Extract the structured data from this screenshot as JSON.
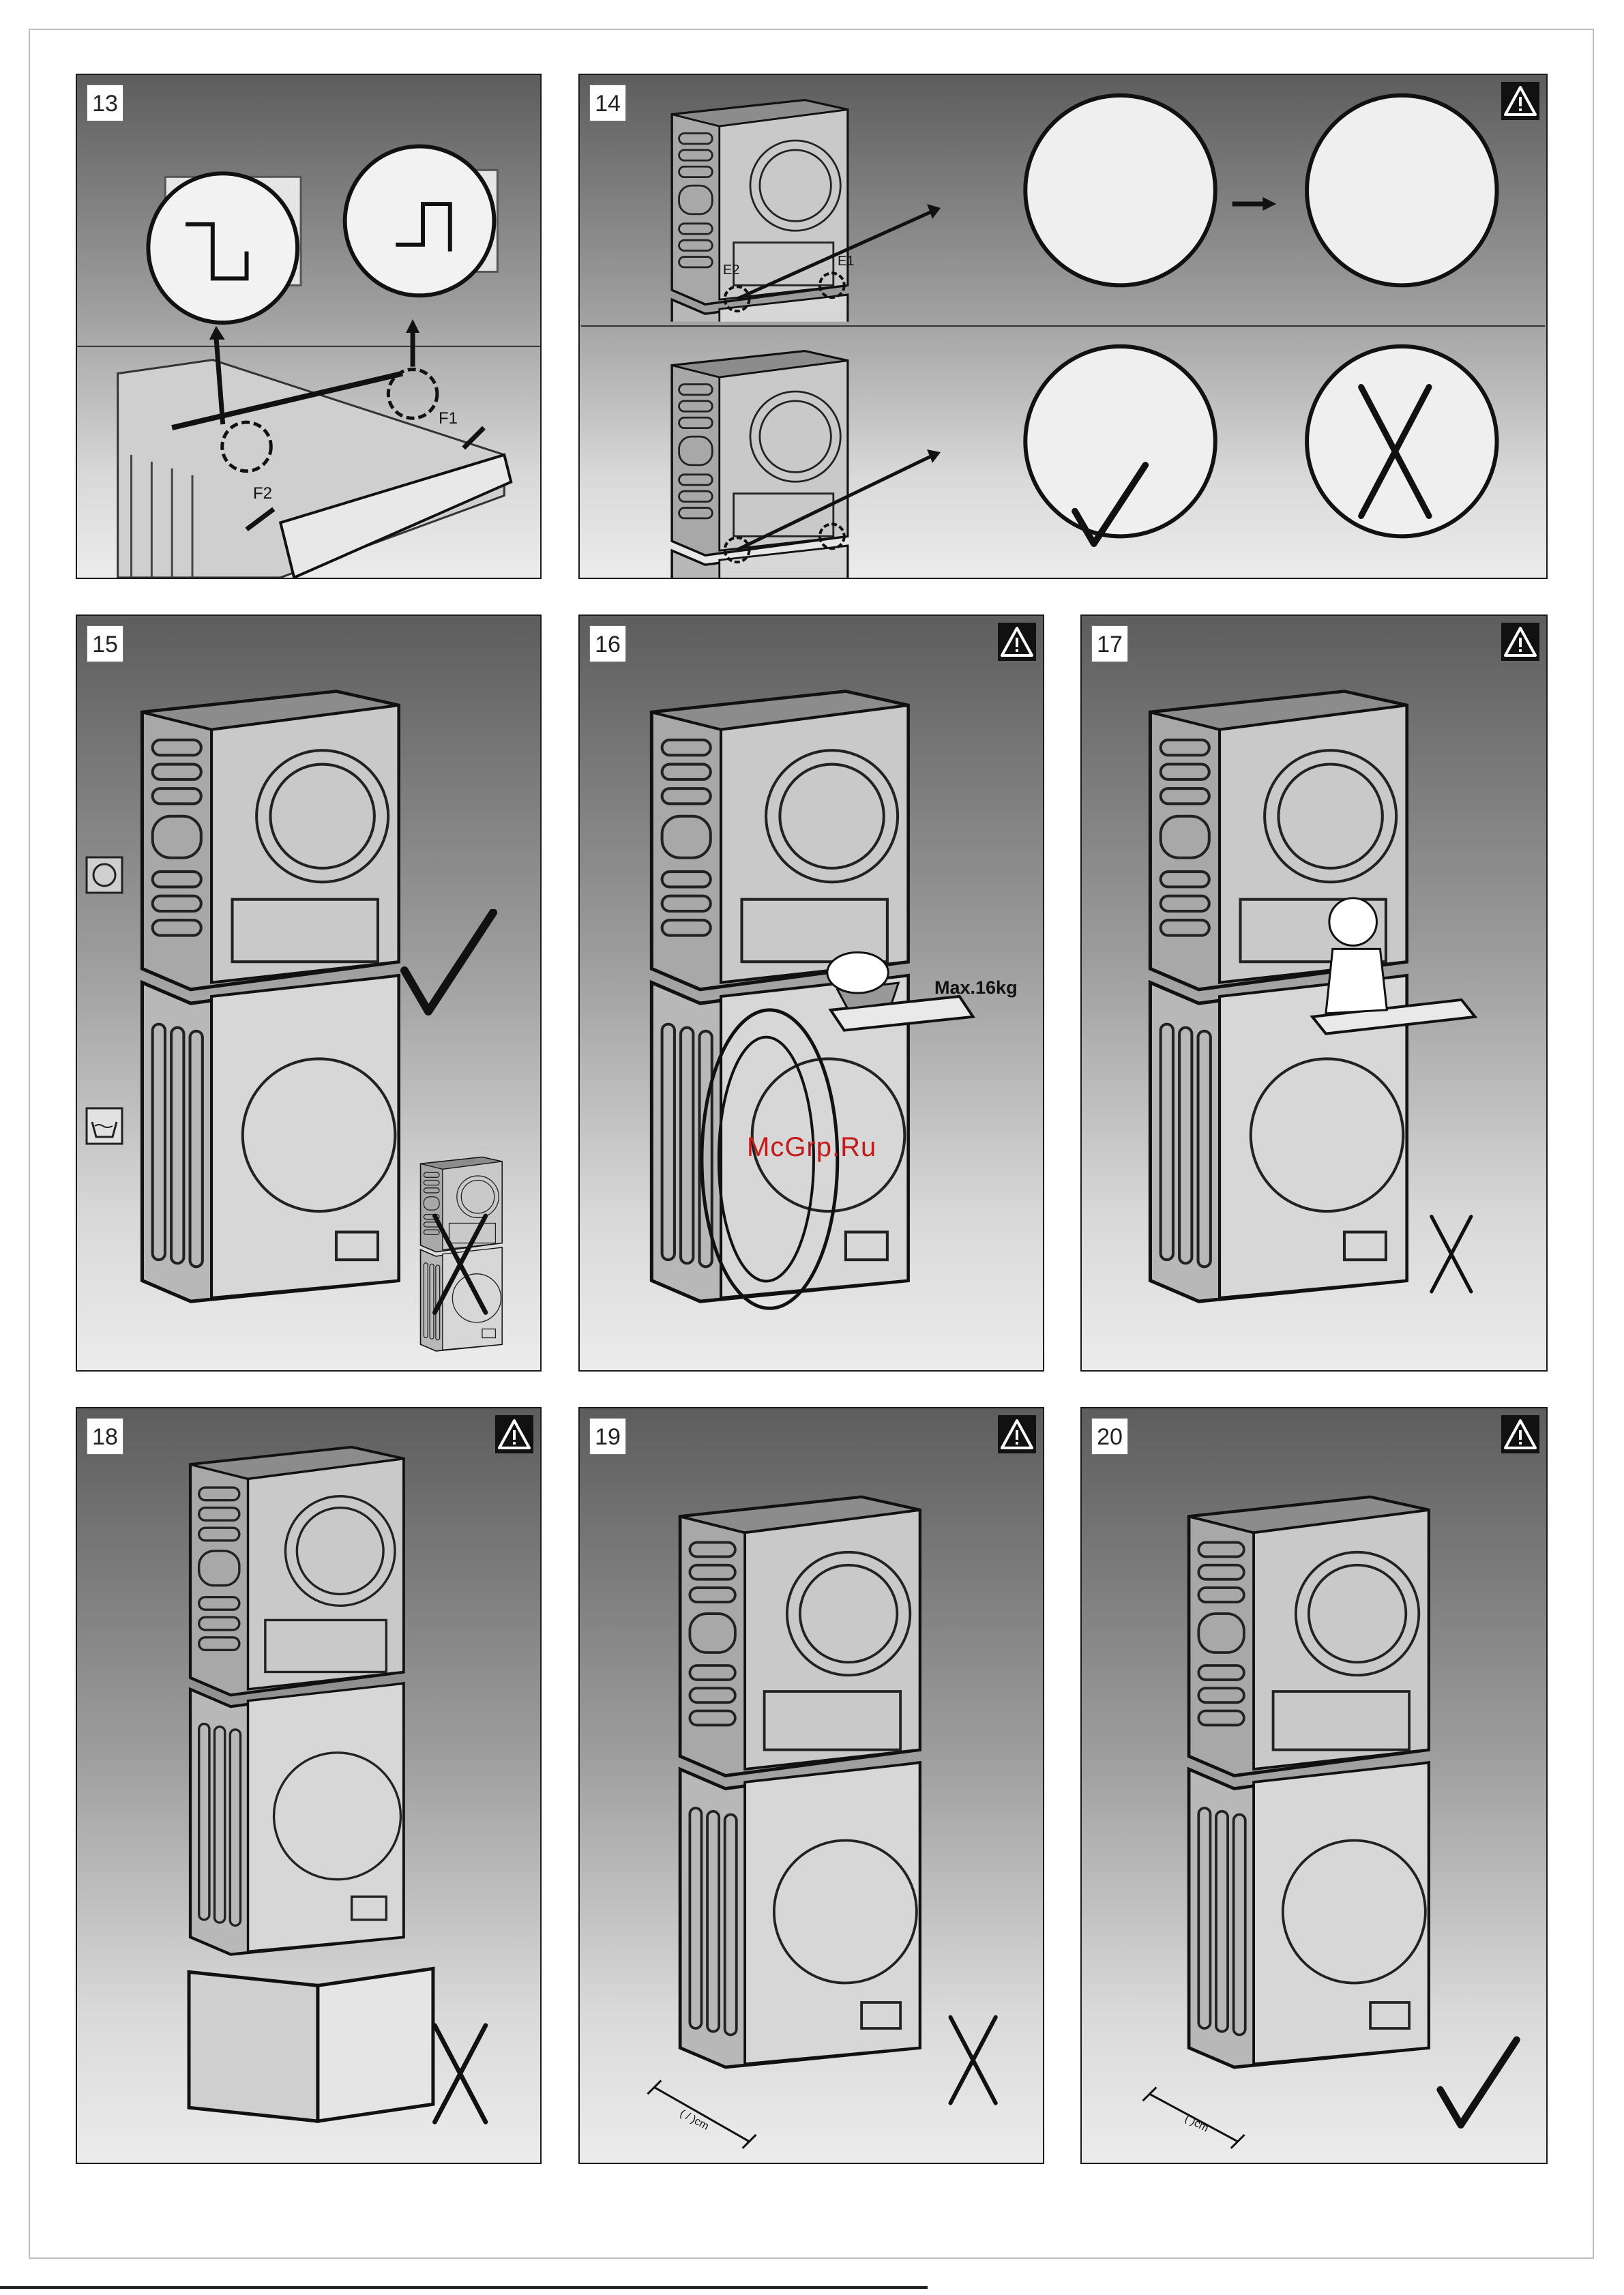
{
  "panels": [
    {
      "num": "13",
      "labels": {
        "f1": "F1",
        "f2": "F2"
      }
    },
    {
      "num": "14",
      "labels": {
        "e1": "E1",
        "e2": "E2"
      }
    },
    {
      "num": "15"
    },
    {
      "num": "16",
      "labels": {
        "max": "Max.16kg"
      }
    },
    {
      "num": "17"
    },
    {
      "num": "18"
    },
    {
      "num": "19",
      "labels": {
        "dim": "(    /    )cm"
      }
    },
    {
      "num": "20",
      "labels": {
        "dim": "(    )cm"
      }
    }
  ],
  "watermark": "McGrp.Ru",
  "icons": {
    "warning": "warning-triangle-icon",
    "check": "check-mark-icon",
    "cross": "cross-mark-icon",
    "dryer": "dryer-symbol-icon",
    "washer": "washer-symbol-icon"
  }
}
